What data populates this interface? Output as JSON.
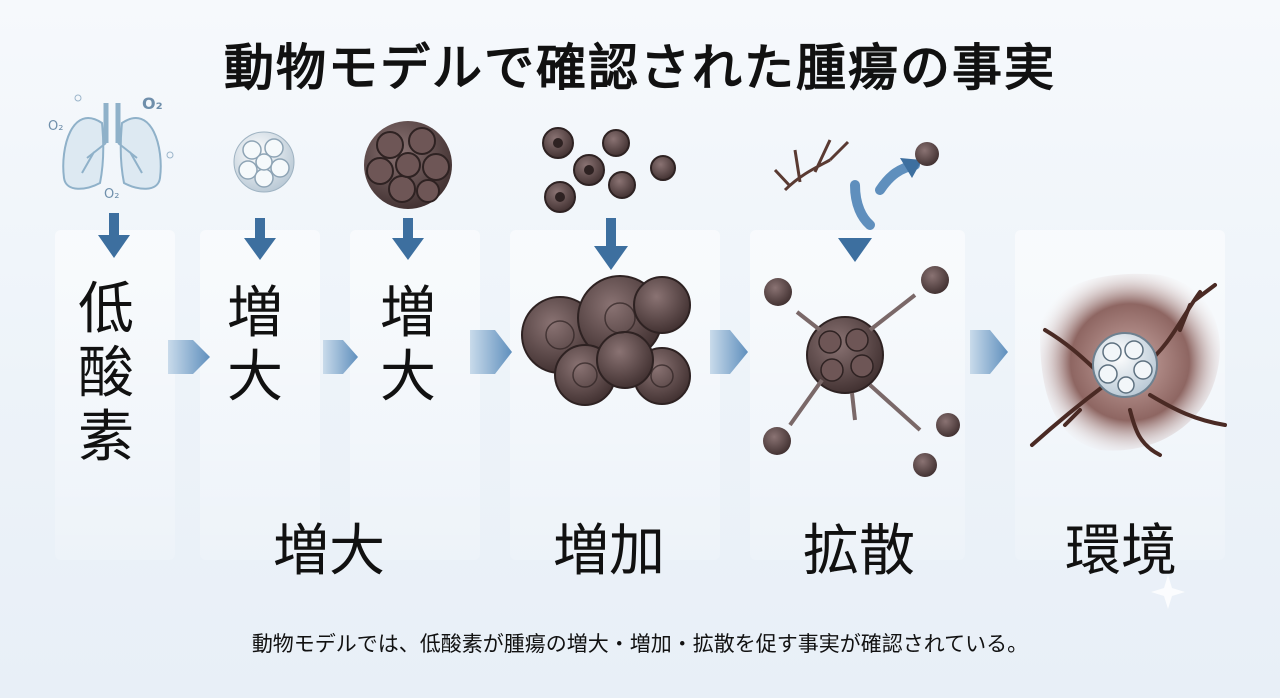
{
  "title": "動物モデルで確認された腫瘍の事実",
  "steps": {
    "hypoxia": "低酸素",
    "enlarge1": "増大",
    "enlarge2": "増大"
  },
  "oxygen": {
    "o2_a": "O₂",
    "o2_b": "O₂",
    "o2_c": "O₂"
  },
  "bottom_labels": {
    "enlarge": "増大",
    "increase": "増加",
    "spread": "拡散",
    "environment": "環境"
  },
  "caption": "動物モデルでは、低酸素が腫瘍の増大・増加・拡散を促す事実が確認されている。",
  "colors": {
    "arrow_blue": "#3d6f9f",
    "cell_dark": "#5a4646",
    "cell_light": "#dbe6ee",
    "vessel": "#4a2a24"
  },
  "icons": [
    "lungs-icon",
    "small-cell-cluster-icon",
    "large-tumor-icon",
    "tumor-cells-icon",
    "tumor-mass-icon",
    "metastasis-icon",
    "tumor-environment-icon"
  ]
}
